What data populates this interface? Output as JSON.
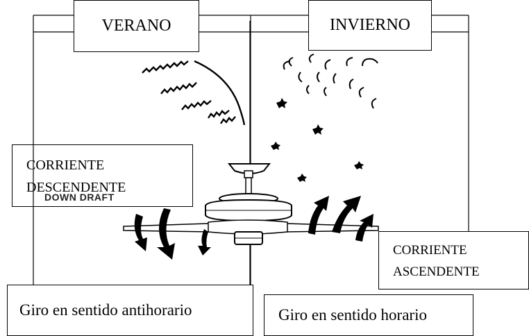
{
  "labels": {
    "summer": "VERANO",
    "winter": "INVIERNO",
    "down_draft_line1": "CORRIENTE",
    "down_draft_line2": "DESCENDENTE",
    "down_draft_printed": "DOWN DRAFT",
    "up_draft_line1": "CORRIENTE",
    "up_draft_line2": "ASCENDENTE",
    "counterclockwise": "Giro en sentido antihorario",
    "clockwise": "Giro en sentido horario"
  },
  "colors": {
    "ink": "#000000",
    "paper": "#ffffff",
    "fan_metal": "#333333"
  },
  "icons": [
    "ceiling-fan",
    "down-arrow",
    "up-arrow",
    "breeze-swirls",
    "dust-particles"
  ]
}
